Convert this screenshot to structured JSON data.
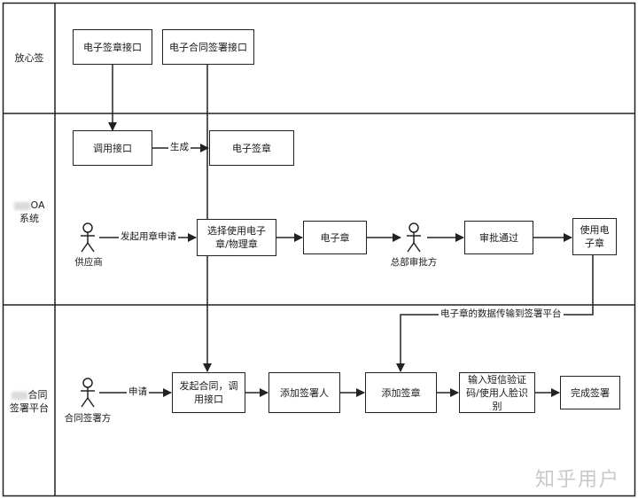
{
  "lanes": [
    {
      "label": "放心签"
    },
    {
      "label": "OA",
      "label2": "系统"
    },
    {
      "label": "合同",
      "label2": "签署平台"
    }
  ],
  "boxes": {
    "seal_api": "电子签章接口",
    "contract_sign_api": "电子合同签署接口",
    "call_api": "调用接口",
    "e_seal_generated": "电子签章",
    "choose_seal": "选择使用电子章/物理章",
    "e_seal": "电子章",
    "approved": "审批通过",
    "use_e_seal": "使用电子章",
    "initiate_contract": "发起合同，调用接口",
    "add_signer": "添加签署人",
    "add_seal": "添加签章",
    "verify": "输入短信验证码/使用人脸识别",
    "complete": "完成签署"
  },
  "actors": {
    "supplier": "供应商",
    "hq_approver": "总部审批方",
    "contract_signer": "合同签署方"
  },
  "edges": {
    "generate": "生成",
    "apply_seal": "发起用章申请",
    "transfer": "电子章的数据传输到签署平台",
    "apply": "申请"
  },
  "watermark": "知乎用户"
}
